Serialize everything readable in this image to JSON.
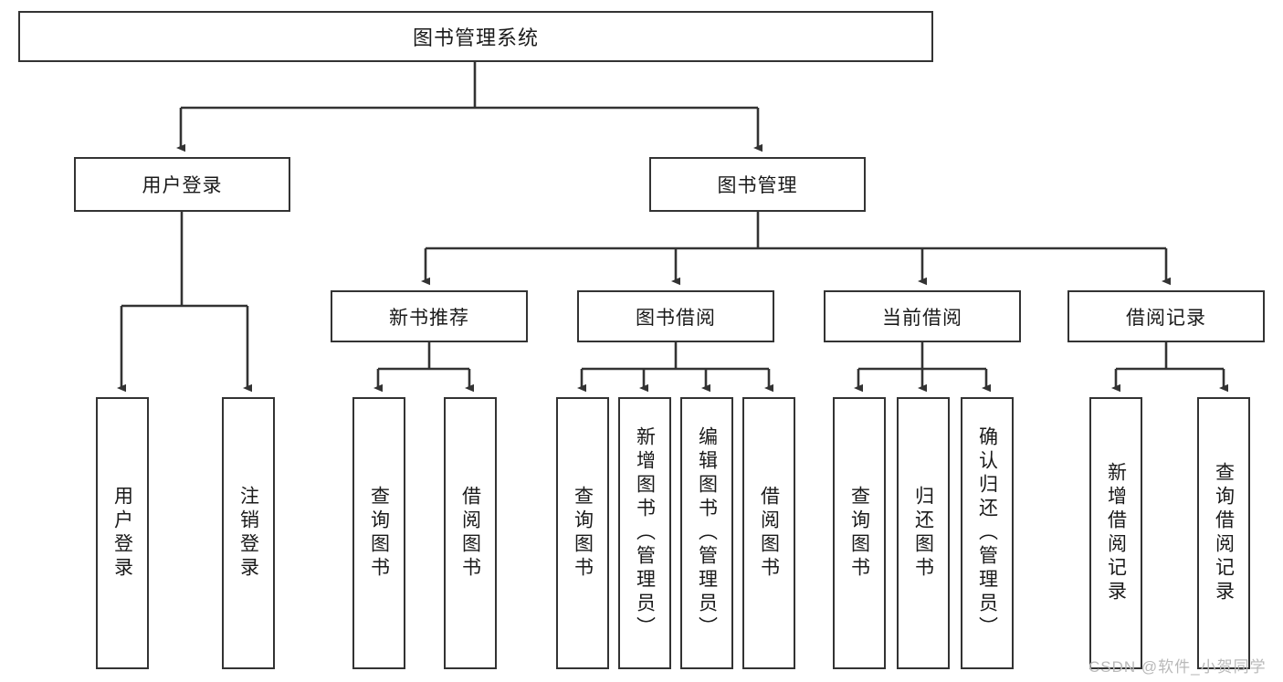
{
  "diagram": {
    "title": "图书管理系统",
    "root": {
      "label": "图书管理系统"
    },
    "level1": [
      {
        "label": "用户登录"
      },
      {
        "label": "图书管理"
      }
    ],
    "level2": [
      {
        "label": "新书推荐"
      },
      {
        "label": "图书借阅"
      },
      {
        "label": "当前借阅"
      },
      {
        "label": "借阅记录"
      }
    ],
    "leaves": {
      "user_login": [
        {
          "label": "用户登录"
        },
        {
          "label": "注销登录"
        }
      ],
      "new_book_recommend": [
        {
          "label": "查询图书"
        },
        {
          "label": "借阅图书"
        }
      ],
      "book_borrow": [
        {
          "label": "查询图书"
        },
        {
          "label": "新增图书（管理员）"
        },
        {
          "label": "编辑图书（管理员）"
        },
        {
          "label": "借阅图书"
        }
      ],
      "current_borrow": [
        {
          "label": "查询图书"
        },
        {
          "label": "归还图书"
        },
        {
          "label": "确认归还（管理员）"
        }
      ],
      "borrow_record": [
        {
          "label": "新增借阅记录"
        },
        {
          "label": "查询借阅记录"
        }
      ]
    }
  },
  "watermark": {
    "text": "CSDN @软件_小贺同学"
  },
  "colors": {
    "border": "#333333",
    "background": "#ffffff",
    "text": "#1a1a1a",
    "watermark": "#b9b9b9"
  }
}
